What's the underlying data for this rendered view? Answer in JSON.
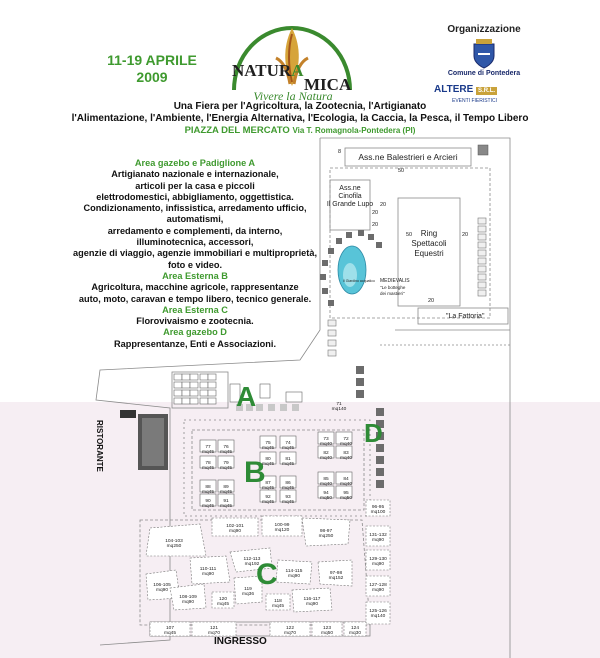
{
  "header": {
    "dates_line1": "11-19 APRILE",
    "dates_line2": "2009",
    "logo_word1": "NATUR",
    "logo_word2": "A",
    "logo_word3": "MICA",
    "tagline": "Vivere la Natura",
    "org_title": "Organizzazione",
    "comune": "Comune di Pontedera",
    "alter_name": "ALTERE",
    "alter_sub": "EVENTI FIERISTICI",
    "alter_badge": "S.R.L.",
    "intro_line1": "Una Fiera per l'Agricoltura, la Zootecnia, l'Artigianato",
    "intro_line2": "l'Alimentazione, l'Ambiente, l'Energia Alternativa, l'Ecologia, la Caccia, la Pesca, il Tempo Libero",
    "piazza": "PIAZZA DEL MERCATO",
    "address": "Via T. Romagnola-Pontedera (PI)"
  },
  "areas": {
    "a_title": "Area gazebo e Padiglione A",
    "a_text": [
      "Artigianato nazionale e internazionale,",
      "articoli per la casa e piccoli",
      "elettrodomestici, abbigliamento, oggettistica.",
      "Condizionamento, infissistica, arredamento ufficio,",
      "automatismi,",
      "arredamento e complementi, da interno,",
      "illuminotecnica, accessori,",
      "agenzie di viaggio, agenzie immobiliari e multiproprietà,",
      "foto e video."
    ],
    "b_title": "Area Esterna B",
    "b_text": [
      "Agricoltura, macchine agricole, rappresentanze",
      "auto, moto, caravan e tempo libero, tecnico generale."
    ],
    "c_title": "Area Esterna C",
    "c_text": [
      "Florovivaismo e zootecnia."
    ],
    "d_title": "Area gazebo D",
    "d_text": [
      "Rappresentanze, Enti e Associazioni."
    ]
  },
  "map": {
    "balestrieri": "Ass.ne Balestrieri e Arcieri",
    "cinofila": [
      "Ass.ne",
      "Cinofila",
      "Il Grande Lupo"
    ],
    "ring": [
      "Ring",
      "Spettacoli",
      "Equestri"
    ],
    "medievalis": [
      "MEDIEVALIS",
      "\"Le botteghe",
      "dei mastieri\""
    ],
    "fattoria": "\"La Fattoria\"",
    "laghetto": "Il Giardino acquatico",
    "ristorante": "RISTORANTE",
    "ingresso": "INGRESSO",
    "letters": [
      "A",
      "B",
      "C",
      "D"
    ],
    "dims": [
      "8",
      "50",
      "20",
      "20",
      "50",
      "20",
      "20",
      "20"
    ]
  },
  "stands": [
    {
      "n": "73",
      "m": "mq40"
    },
    {
      "n": "72",
      "m": "mq40"
    },
    {
      "n": "77",
      "m": "mq45"
    },
    {
      "n": "76",
      "m": "mq45"
    },
    {
      "n": "75",
      "m": "mq45"
    },
    {
      "n": "74",
      "m": "mq45"
    },
    {
      "n": "78",
      "m": "mq45"
    },
    {
      "n": "79",
      "m": "mq45"
    },
    {
      "n": "80",
      "m": "mq45"
    },
    {
      "n": "81",
      "m": "mq45"
    },
    {
      "n": "82",
      "m": "mq40"
    },
    {
      "n": "83",
      "m": "mq40"
    },
    {
      "n": "88",
      "m": "mq45"
    },
    {
      "n": "89",
      "m": "mq45"
    },
    {
      "n": "87",
      "m": "mq45"
    },
    {
      "n": "86",
      "m": "mq45"
    },
    {
      "n": "85",
      "m": "mq40"
    },
    {
      "n": "84",
      "m": "mq40"
    },
    {
      "n": "90",
      "m": "mq45"
    },
    {
      "n": "91",
      "m": "mq45"
    },
    {
      "n": "92",
      "m": "mq45"
    },
    {
      "n": "93",
      "m": "mq45"
    },
    {
      "n": "94",
      "m": "mq50"
    },
    {
      "n": "95",
      "m": "mq50"
    },
    {
      "n": "96-95",
      "m": "mq100"
    },
    {
      "n": "102-101",
      "m": "mq90"
    },
    {
      "n": "100-99",
      "m": "mq120"
    },
    {
      "n": "98-97",
      "m": "mq250"
    },
    {
      "n": "104-103",
      "m": "mq250"
    },
    {
      "n": "131-132",
      "m": "mq90"
    },
    {
      "n": "112-113",
      "m": "mq192"
    },
    {
      "n": "110-111",
      "m": "mq90"
    },
    {
      "n": "114-115",
      "m": "mq90"
    },
    {
      "n": "97-98",
      "m": "mq152"
    },
    {
      "n": "129-130",
      "m": "mq90"
    },
    {
      "n": "106-105",
      "m": "mq90"
    },
    {
      "n": "119",
      "m": "mq36"
    },
    {
      "n": "127-128",
      "m": "mq90"
    },
    {
      "n": "108-109",
      "m": "mq90"
    },
    {
      "n": "120",
      "m": "mq45"
    },
    {
      "n": "118",
      "m": "mq45"
    },
    {
      "n": "116-117",
      "m": "mq90"
    },
    {
      "n": "125-126",
      "m": "mq140"
    },
    {
      "n": "107",
      "m": "mq45"
    },
    {
      "n": "121",
      "m": "mq70"
    },
    {
      "n": "122",
      "m": "mq70"
    },
    {
      "n": "123",
      "m": "mq50"
    },
    {
      "n": "124",
      "m": "mq30"
    },
    {
      "n": "71",
      "m": "mq140"
    }
  ],
  "colors": {
    "green": "#3f9a2f",
    "letter_green": "#2e8b36",
    "pink_zone": "#f6eef3",
    "gazebo_gray": "#6c6c6c"
  }
}
